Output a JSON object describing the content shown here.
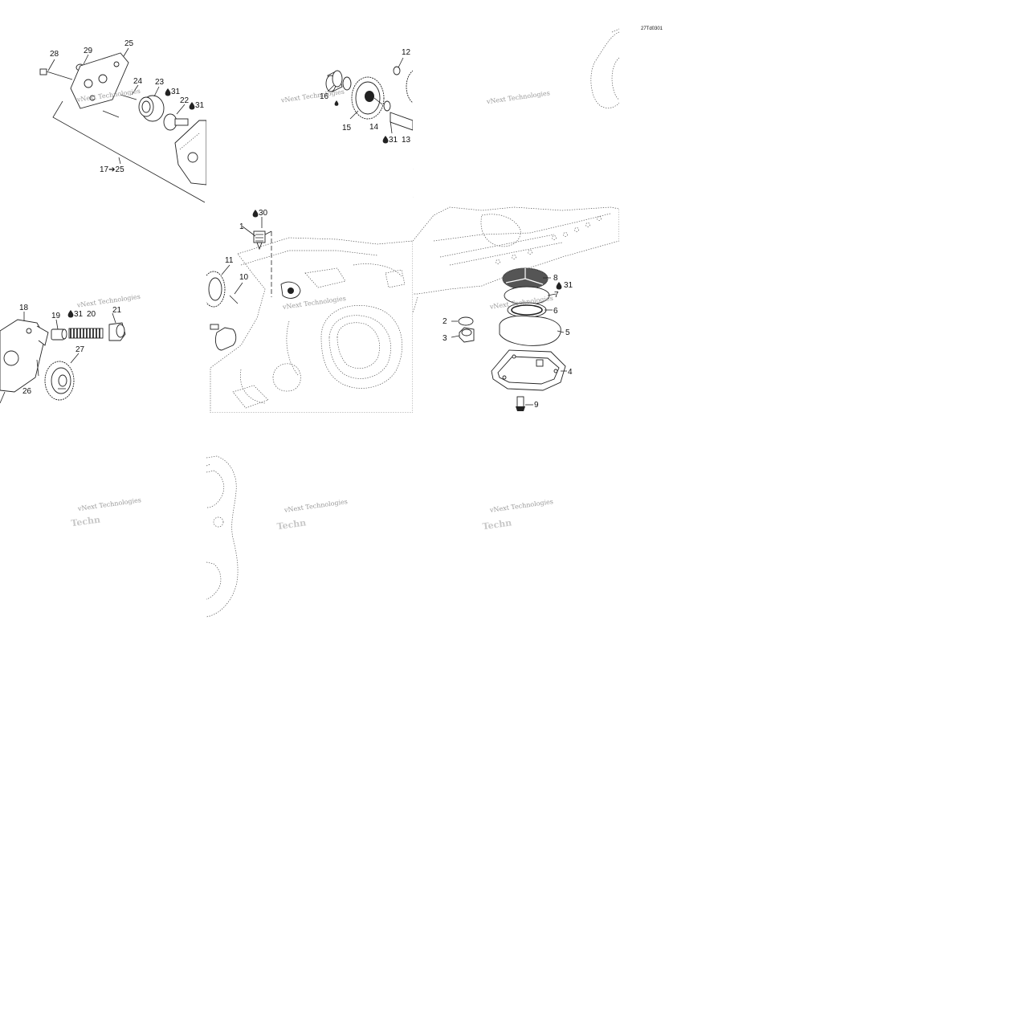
{
  "drawing_code": "27Td0301",
  "watermark": {
    "line1": "vNext Technologies",
    "line2": "Techn"
  },
  "callouts": {
    "c1": "1",
    "c2": "2",
    "c3": "3",
    "c4": "4",
    "c5": "5",
    "c6": "6",
    "c7": "7",
    "c8": "8",
    "c9": "9",
    "c10": "10",
    "c11": "11",
    "c12": "12",
    "c13": "13",
    "c14": "14",
    "c15": "15",
    "c16": "16",
    "c18": "18",
    "c19": "19",
    "c20": "20",
    "c21": "21",
    "c22": "22",
    "c23": "23",
    "c24": "24",
    "c25": "25",
    "c26": "26",
    "c27": "27",
    "c28": "28",
    "c29": "29",
    "c17_25": "17➔25"
  },
  "lube_marks": {
    "m31a": "31",
    "m31b": "31",
    "m31c": "31",
    "m31d": "31",
    "m31e": "31",
    "m30": "30"
  },
  "colors": {
    "line": "#222222",
    "watermark": "#9a9a9a",
    "background": "#ffffff"
  }
}
